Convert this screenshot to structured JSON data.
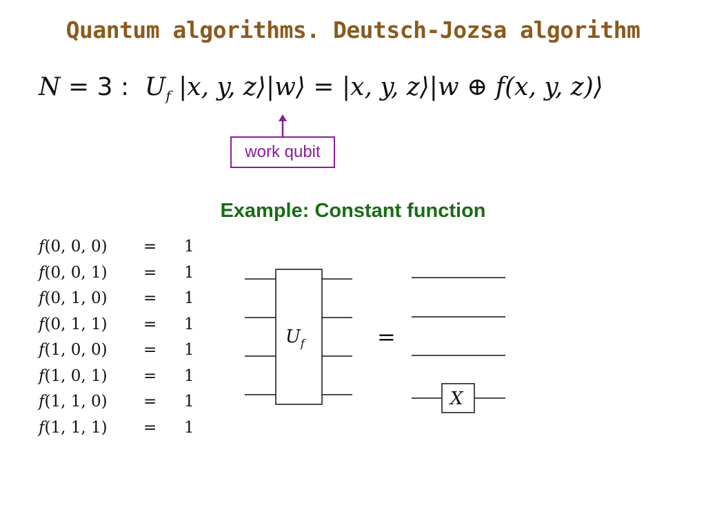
{
  "title": "Quantum algorithms. Deutsch-Jozsa algorithm",
  "formula": {
    "n_var": "N",
    "equals": "=",
    "n_value": "3",
    "colon": ":",
    "unitary": "U",
    "unitary_sub": "f",
    "lhs_register": "|x, y, z⟩|w⟩",
    "rhs_equals": "=",
    "rhs_register": "|x, y, z⟩",
    "rhs_work": "|w ⊕ f(x, y, z)⟩"
  },
  "annotation": {
    "label": "work qubit",
    "color": "#8B1C9C"
  },
  "subtitle": {
    "text": "Example: Constant function",
    "color": "#1A6B17"
  },
  "title_color": "#8B5A1E",
  "truth_table": [
    {
      "args": "(0, 0, 0)",
      "eq": "=",
      "value": "1"
    },
    {
      "args": "(0, 0, 1)",
      "eq": "=",
      "value": "1"
    },
    {
      "args": "(0, 1, 0)",
      "eq": "=",
      "value": "1"
    },
    {
      "args": "(0, 1, 1)",
      "eq": "=",
      "value": "1"
    },
    {
      "args": "(1, 0, 0)",
      "eq": "=",
      "value": "1"
    },
    {
      "args": "(1, 0, 1)",
      "eq": "=",
      "value": "1"
    },
    {
      "args": "(1, 1, 0)",
      "eq": "=",
      "value": "1"
    },
    {
      "args": "(1, 1, 1)",
      "eq": "=",
      "value": "1"
    }
  ],
  "truth_table_fn": "f",
  "circuit": {
    "gate_label": "U",
    "gate_sub": "f",
    "equals": "=",
    "x_gate_label": "X"
  }
}
